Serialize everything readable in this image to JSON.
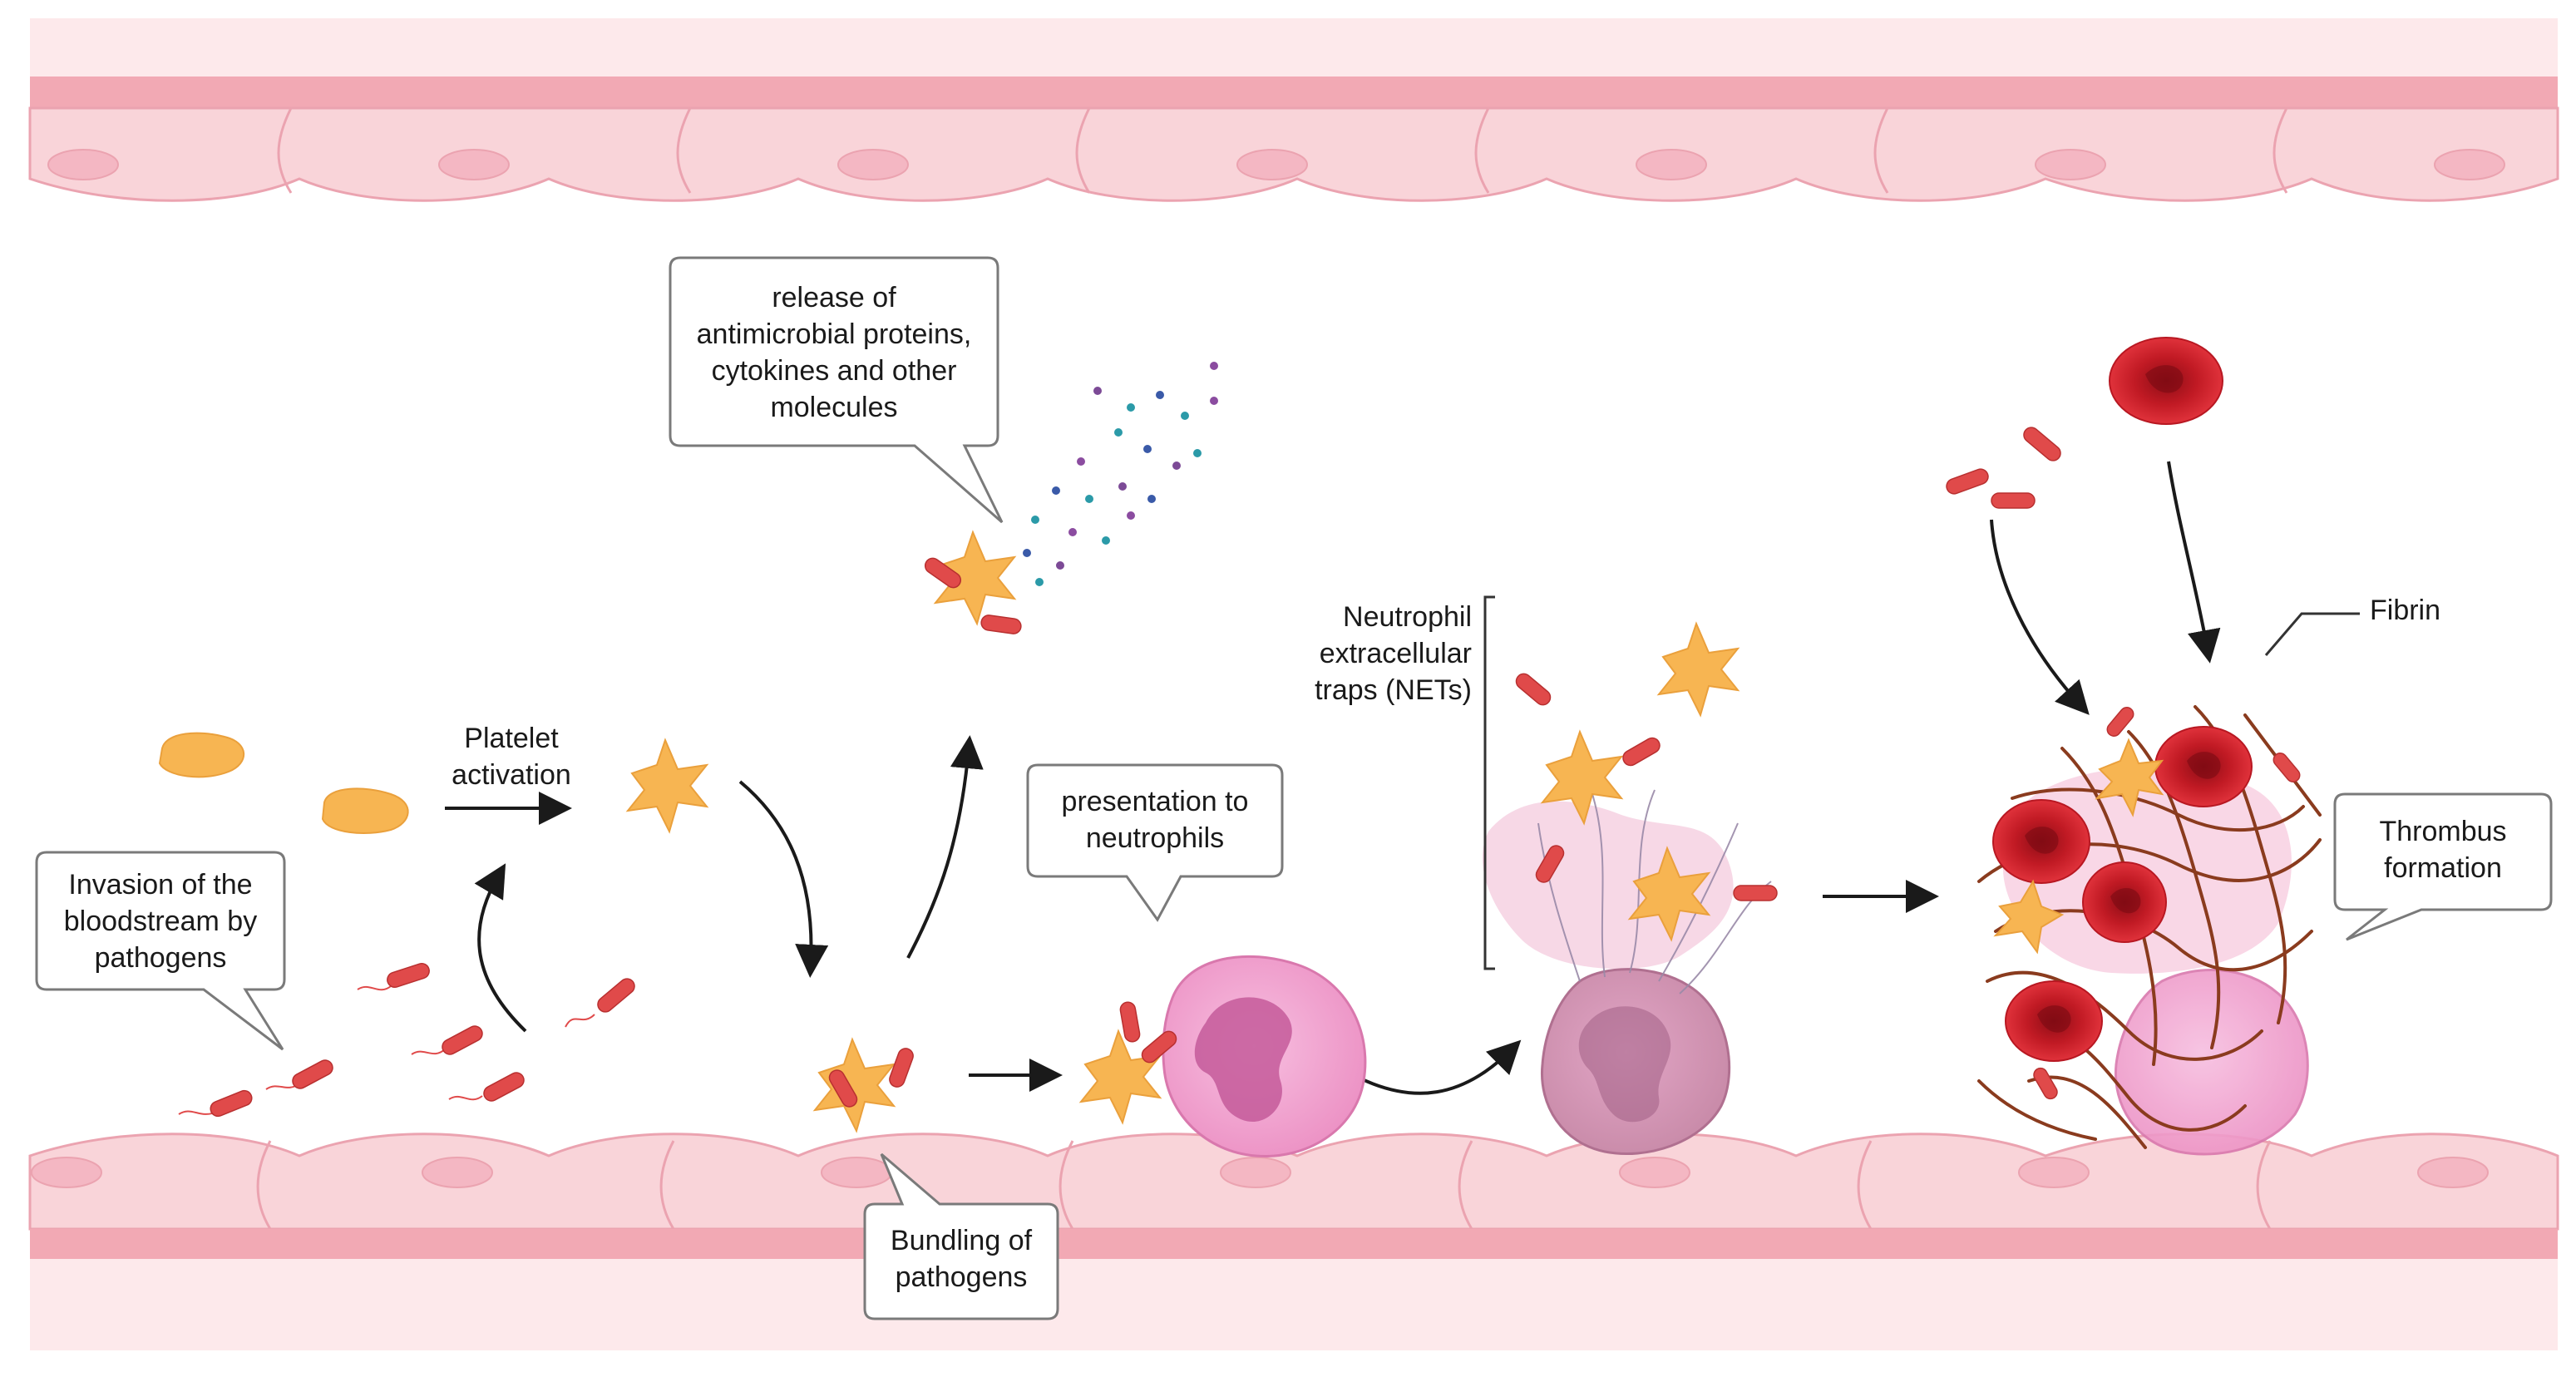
{
  "labels": {
    "invasion": [
      "Invasion of the",
      "bloodstream by",
      "pathogens"
    ],
    "platelet_activation": [
      "Platelet",
      "activation"
    ],
    "release": [
      "release of",
      "antimicrobial proteins,",
      "cytokines and other",
      "molecules"
    ],
    "presentation": [
      "presentation to",
      "neutrophils"
    ],
    "bundling": [
      "Bundling of",
      "pathogens"
    ],
    "nets": [
      "Neutrophil",
      "extracellular",
      "traps (NETs)"
    ],
    "fibrin": "Fibrin",
    "thrombus": [
      "Thrombus",
      "formation"
    ]
  },
  "colors": {
    "vessel_wall": "#f7c6cd",
    "vessel_band": "#f2a9b4",
    "vessel_outer": "#fde9eb",
    "cell_nucleus": "#f4b7c3",
    "platelet": "#f7b552",
    "bacteria": "#e04a4a",
    "neutrophil": "#f3a6cf",
    "rbc": "#d7232e",
    "fibrin": "#8a3b1e",
    "arrow": "#1a1a1a",
    "callout_border": "#7a7a7a"
  },
  "icons": [
    "platelet-icon",
    "activated-platelet-icon",
    "bacteria-icon",
    "neutrophil-icon",
    "red-blood-cell-icon",
    "fibrin-strand-icon",
    "molecule-dot-icon"
  ]
}
